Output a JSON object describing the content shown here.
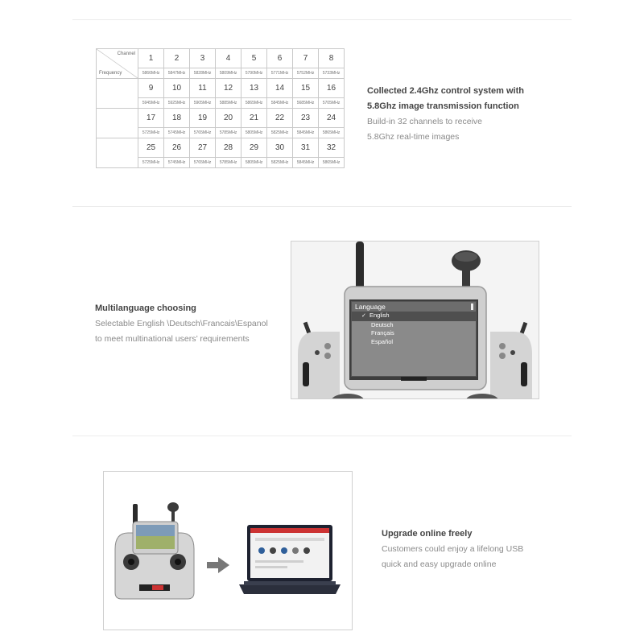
{
  "table": {
    "header_channel": "Channel",
    "header_frequency": "Frequency",
    "rows": [
      {
        "channels": [
          "1",
          "2",
          "3",
          "4",
          "5",
          "6",
          "7",
          "8"
        ],
        "freqs": [
          "5866MHz",
          "5847MHz",
          "5828MHz",
          "5809MHz",
          "5790MHz",
          "5771MHz",
          "5752MHz",
          "5733MHz"
        ]
      },
      {
        "channels": [
          "9",
          "10",
          "11",
          "12",
          "13",
          "14",
          "15",
          "16"
        ],
        "freqs": [
          "5945MHz",
          "5925MHz",
          "5905MHz",
          "5885MHz",
          "5865MHz",
          "5845MHz",
          "5685MHz",
          "5705MHz"
        ]
      },
      {
        "channels": [
          "17",
          "18",
          "19",
          "20",
          "21",
          "22",
          "23",
          "24"
        ],
        "freqs": [
          "5725MHz",
          "5745MHz",
          "5765MHz",
          "5785MHz",
          "5805MHz",
          "5825MHz",
          "5845MHz",
          "5865MHz"
        ]
      },
      {
        "channels": [
          "25",
          "26",
          "27",
          "28",
          "29",
          "30",
          "31",
          "32"
        ],
        "freqs": [
          "5725MHz",
          "5745MHz",
          "5765MHz",
          "5785MHz",
          "5805MHz",
          "5825MHz",
          "5845MHz",
          "5865MHz"
        ]
      }
    ]
  },
  "section1": {
    "heading1": "Collected 2.4Ghz control system with",
    "heading2": "5.8Ghz image transmission function",
    "line1": "Build-in 32 channels to receive",
    "line2": "5.8Ghz real-time images"
  },
  "section2": {
    "heading": "Multilanguage choosing",
    "line1": "Selectable English \\Deutsch\\Francais\\Espanol",
    "line2": "to meet multinational users’ requirements",
    "menu": {
      "title": "Language",
      "check": "✓",
      "items": [
        "English",
        "Deutsch",
        "Français",
        "Español"
      ]
    }
  },
  "section3": {
    "heading": "Upgrade online freely",
    "line1": "Customers could enjoy a  lifelong USB",
    "line2": "quick and easy upgrade online"
  },
  "colors": {
    "heading": "#444444",
    "body_text": "#8a8a8a",
    "grid": "#c9c9c9"
  }
}
